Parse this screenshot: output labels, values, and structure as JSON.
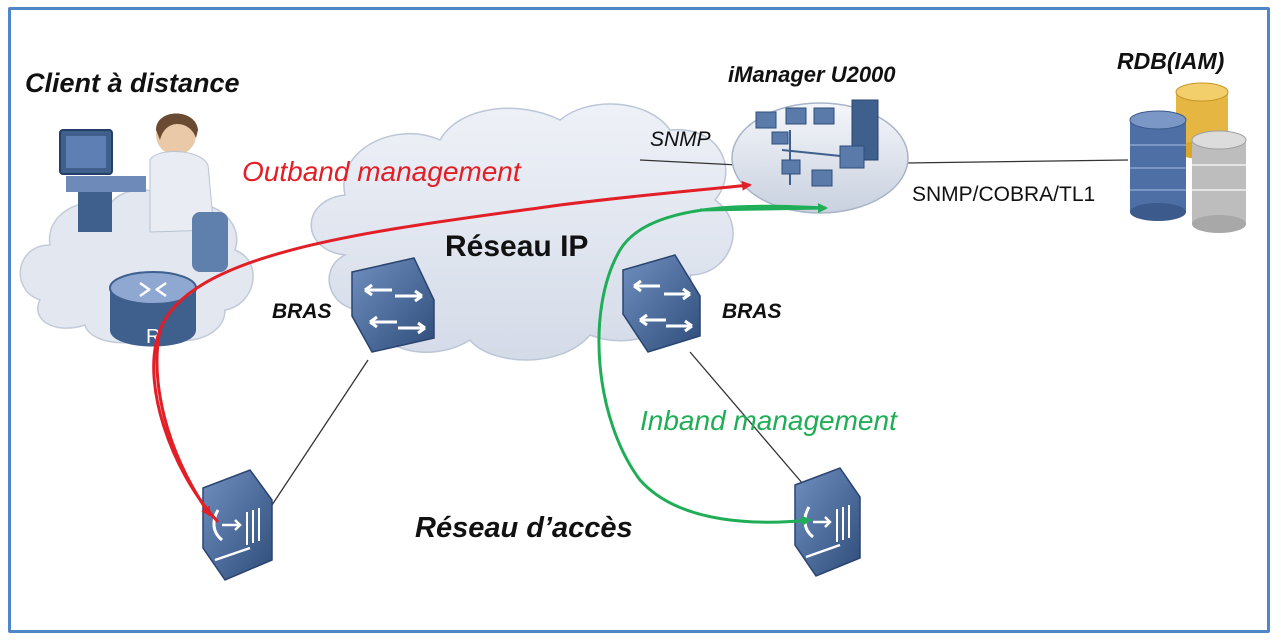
{
  "labels": {
    "client": "Client à distance",
    "imanager": "iManager U2000",
    "rdb": "RDB(IAM)",
    "reseau_ip": "Réseau IP",
    "bras_left": "BRAS",
    "bras_right": "BRAS",
    "snmp": "SNMP",
    "snmp_cobra": "SNMP/COBRA/TL1",
    "outband": "Outband management",
    "inband": "Inband management",
    "reseau_acces": "Réseau d’accès",
    "router_letter": "R"
  },
  "colors": {
    "frame": "#4f86c6",
    "outband": "#e21e26",
    "inband": "#1fae57",
    "device": "#3f5f8c",
    "cloud": "#dde3ee"
  }
}
